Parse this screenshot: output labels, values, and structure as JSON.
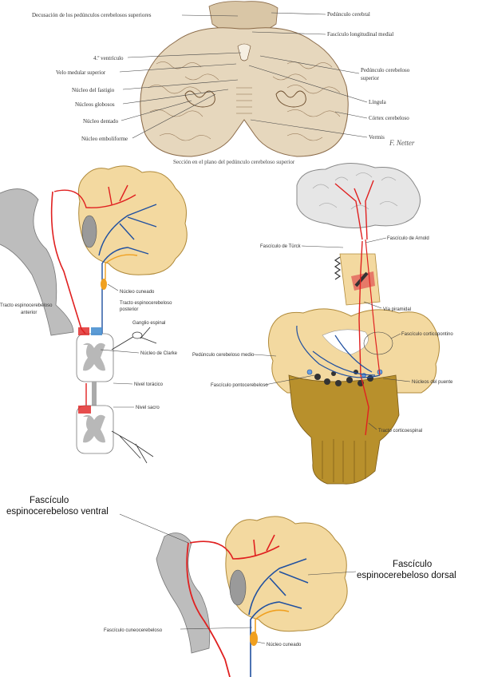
{
  "figure1": {
    "labels_left": [
      "Decusación de los pedúnculos cerebelosos superiores",
      "4.º ventrículo",
      "Velo medular superior",
      "Núcleo del fastigio",
      "Núcleos globosos",
      "Núcleo dentado",
      "Núcleo emboliforme"
    ],
    "labels_right": [
      "Pedúnculo cerebral",
      "Fascículo longitudinal medial",
      "Pedúnculo cerebeloso",
      "superior",
      "Língula",
      "Córtex cerebeloso",
      "Vermis"
    ],
    "caption": "Sección en el plano del pedúnculo cerebeloso superior",
    "signature": "F. Netter"
  },
  "figure2": {
    "labels": [
      "Núcleo cuneado",
      "Tracto espinocerebeloso",
      "posterior",
      "Tracto espinocerebeloso",
      "anterior",
      "Ganglio espinal",
      "Núcleo de Clarke",
      "Nivel torácico",
      "Nivel sacro"
    ]
  },
  "figure3": {
    "labels": [
      "Fascículo de Türck",
      "Fascículo de Arnold",
      "Vía piramidal",
      "Fascículo corticopontino",
      "Pedúnculo cerebeloso medio",
      "Núcleos del puente",
      "Fascículo pontocerebeloso",
      "Tracto corticoespinal"
    ]
  },
  "figure4": {
    "labels": [
      "Fascículo",
      "espinocerebeloso ventral",
      "Fascículo",
      "espinocerebeloso dorsal",
      "Fascículo cuneocerebeloso",
      "Núcleo cuneado"
    ]
  },
  "colors": {
    "cerebellum_fill": "#f3d9a0",
    "cerebellum_stroke": "#b08a3a",
    "pathway_red": "#e02020",
    "pathway_blue": "#2050a0",
    "pathway_orange": "#f0a020",
    "brainstem": "#b8902c",
    "section_bg": "#e6d7bd",
    "section_stroke": "#8a6a48",
    "cord_gray": "#9a9a9a"
  }
}
